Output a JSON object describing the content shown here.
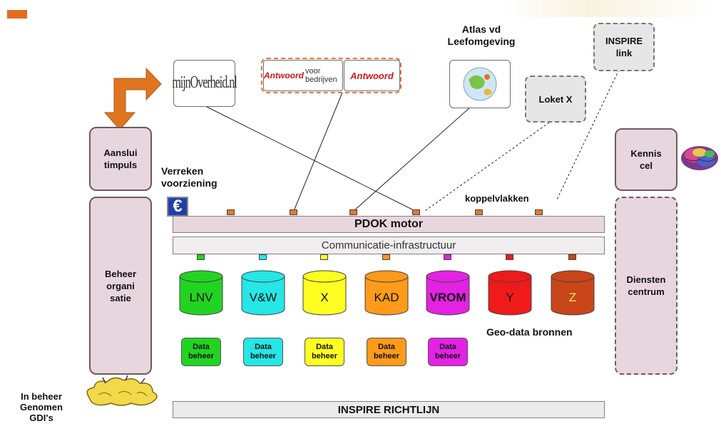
{
  "left_column": {
    "top_label": "Aanslui\ntimpuls",
    "mid_label": "Beheer\norgani\nsatie",
    "bottom_note": "In beheer\nGenomen\nGDI's"
  },
  "right_column": {
    "top_label": "Kennis\ncel",
    "mid_label": "Diensten\ncentrum"
  },
  "portals": {
    "mijnoverheid": "mijnOverheid.nl",
    "antwoord_bedrijven": "Antwoord",
    "antwoord_bedrijven_suffix": "voor bedrijven",
    "antwoord_overheid": "Antwoord",
    "atlas_label": "Atlas vd\nLeefomgeving",
    "loket_x": "Loket X",
    "inspire_link": "INSPIRE\nlink"
  },
  "verrekening": "Verreken\nvoorziening",
  "euro_symbol": "€",
  "koppelvlakken": "koppelvlakken",
  "bars": {
    "pdok": "PDOK motor",
    "communicatie": "Communicatie-infrastructuur",
    "inspire": "INSPIRE RICHTLIJN"
  },
  "databases": [
    {
      "label": "LNV",
      "color": "#22d422",
      "port_color": "#22d422",
      "beheer": "Data\nbeheer"
    },
    {
      "label": "V&W",
      "color": "#26e6e6",
      "port_color": "#26e6e6",
      "beheer": "Data\nbeheer"
    },
    {
      "label": "X",
      "color": "#ffff22",
      "port_color": "#ffff22",
      "beheer": "Data\nbeheer"
    },
    {
      "label": "KAD",
      "color": "#ff9a1a",
      "port_color": "#ff9a1a",
      "beheer": "Data\nbeheer"
    },
    {
      "label": "VROM",
      "color": "#e422e4",
      "port_color": "#e422e4",
      "beheer": "Data\nbeheer"
    },
    {
      "label": "Y",
      "color": "#ef1a1a",
      "port_color": "#ef1a1a",
      "beheer": ""
    },
    {
      "label": "Z",
      "color": "#c8451a",
      "port_color": "#c8451a",
      "beheer": ""
    }
  ],
  "geo_data_label": "Geo-data bronnen",
  "colors": {
    "arrow": "#e0751f",
    "pill_fill": "#e8d6df",
    "pdok_port": "#e07a2c"
  }
}
